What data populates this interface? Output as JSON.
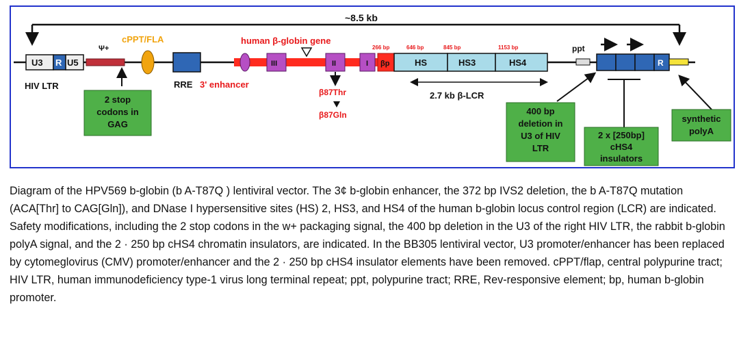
{
  "diagram": {
    "size_label": "~8.5 kb",
    "u3_left": "U3",
    "r_left": "R",
    "u5": "U5",
    "hiv_ltr": "HIV LTR",
    "psi": "Ψ+",
    "cppt_fla": "cPPT/FLA",
    "rre": "RRE",
    "enhancer_3": "3' enhancer",
    "gene_label": "human β-globin gene",
    "exon_3": "III",
    "exon_2": "II",
    "exon_1": "I",
    "promoter": "βp",
    "bp266": "266 bp",
    "bp646": "646 bp",
    "bp845": "845 bp",
    "bp1153": "1153 bp",
    "hs": "HS",
    "hs3": "HS3",
    "hs4": "HS4",
    "ppt": "ppt",
    "r_right": "R",
    "b87thr": "β87Thr",
    "b87gln": "β87Gln",
    "lcr_label": "2.7 kb β-LCR",
    "stop_codons": [
      "2 stop",
      "codons in",
      "GAG"
    ],
    "deletion_400": [
      "400 bp",
      "deletion in",
      "U3 of HIV",
      "LTR"
    ],
    "insulators": [
      "2 x [250bp]",
      "cHS4",
      "insulators"
    ],
    "synthetic_polya": [
      "synthetic",
      "polyA"
    ]
  },
  "caption": "Diagram of the HPV569 b-globin (b A-T87Q ) lentiviral vector. The 3¢ b-globin enhancer, the 372 bp IVS2 deletion, the b A-T87Q mutation (ACA[Thr] to CAG[Gln]), and DNase I hypersensitive sites (HS) 2, HS3, and HS4 of the human b-globin locus control region (LCR) are indicated. Safety modifications, including the 2 stop codons in the w+ packaging signal, the 400 bp deletion in the U3 of the right HIV LTR, the rabbit b-globin polyA signal, and the 2 · 250 bp cHS4 chromatin insulators, are indicated. In the BB305 lentiviral vector, U3 promoter/enhancer has been replaced by cytomeglovirus (CMV) promoter/enhancer and the 2 · 250 bp cHS4 insulator elements have been removed. cPPT/flap, central polypurine tract; HIV LTR, human immunodeficiency type-1 virus long terminal repeat; ppt, polypurine tract; RRE, Rev-responsive element; bp, human b-globin promoter."
}
